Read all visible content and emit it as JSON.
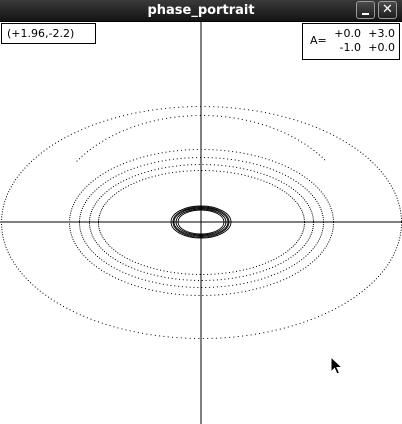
{
  "window": {
    "title": "phase_portrait",
    "minimize_glyph": "_",
    "close_glyph": "✕"
  },
  "coordinate_readout": "(+1.96,-2.2)",
  "matrix": {
    "label": "A=",
    "cells": [
      [
        "+0.0",
        "+3.0"
      ],
      [
        "-1.0",
        "+0.0"
      ]
    ]
  },
  "colors": {
    "titlebar": "#1e1e1e",
    "background": "#ffffff",
    "trajectory": "#000000"
  },
  "icons": {
    "minimize": "minimize-icon",
    "close": "close-icon",
    "cursor": "mouse-pointer-icon"
  }
}
